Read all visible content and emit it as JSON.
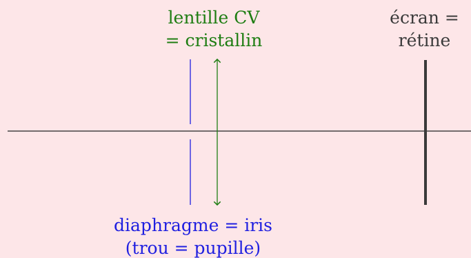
{
  "labels": {
    "lens": {
      "line1": "lentille CV",
      "line2": "= cristallin"
    },
    "screen": {
      "line1": "écran =",
      "line2": "rétine"
    },
    "diaphragm": {
      "line1": "diaphragme = iris",
      "line2": "(trou = pupille)"
    }
  },
  "colors": {
    "background": "#fde6e8",
    "lens": "#1e7d12",
    "diaphragm": "#1f1fe0",
    "screen": "#3a3a3a",
    "axis": "#444444"
  }
}
